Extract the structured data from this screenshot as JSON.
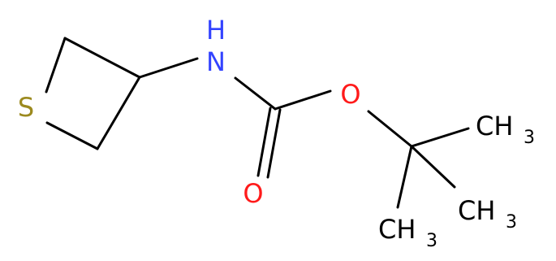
{
  "labels": {
    "sulfur": "S",
    "nitrogen": "N",
    "hydrogen": "H",
    "ester_oxygen": "O",
    "carbonyl_oxygen": "O",
    "methyl_a": "CH",
    "methyl_a_sub": "3",
    "methyl_b": "CH",
    "methyl_b_sub": "3",
    "methyl_c": "CH",
    "methyl_c_sub": "3"
  },
  "colors": {
    "sulfur": "#9c8a1f",
    "nitrogen": "#3343ff",
    "oxygen": "#ff1a1a",
    "carbon": "#000000",
    "bond": "#000000"
  }
}
